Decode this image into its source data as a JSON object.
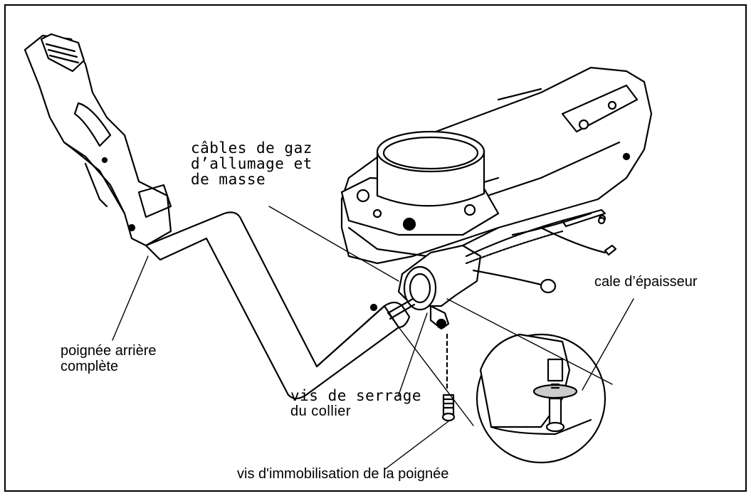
{
  "labels": {
    "cables": [
      "câbles de gaz",
      "d’allumage  et",
      "de masse"
    ],
    "shim": "cale d’épaisseur",
    "rear_handle": [
      "poignée arrière",
      "complète"
    ],
    "clamp_screw": [
      "vis de serrage",
      "du collier"
    ],
    "lock_screw": "vis d'immobilisation de la poignée"
  }
}
